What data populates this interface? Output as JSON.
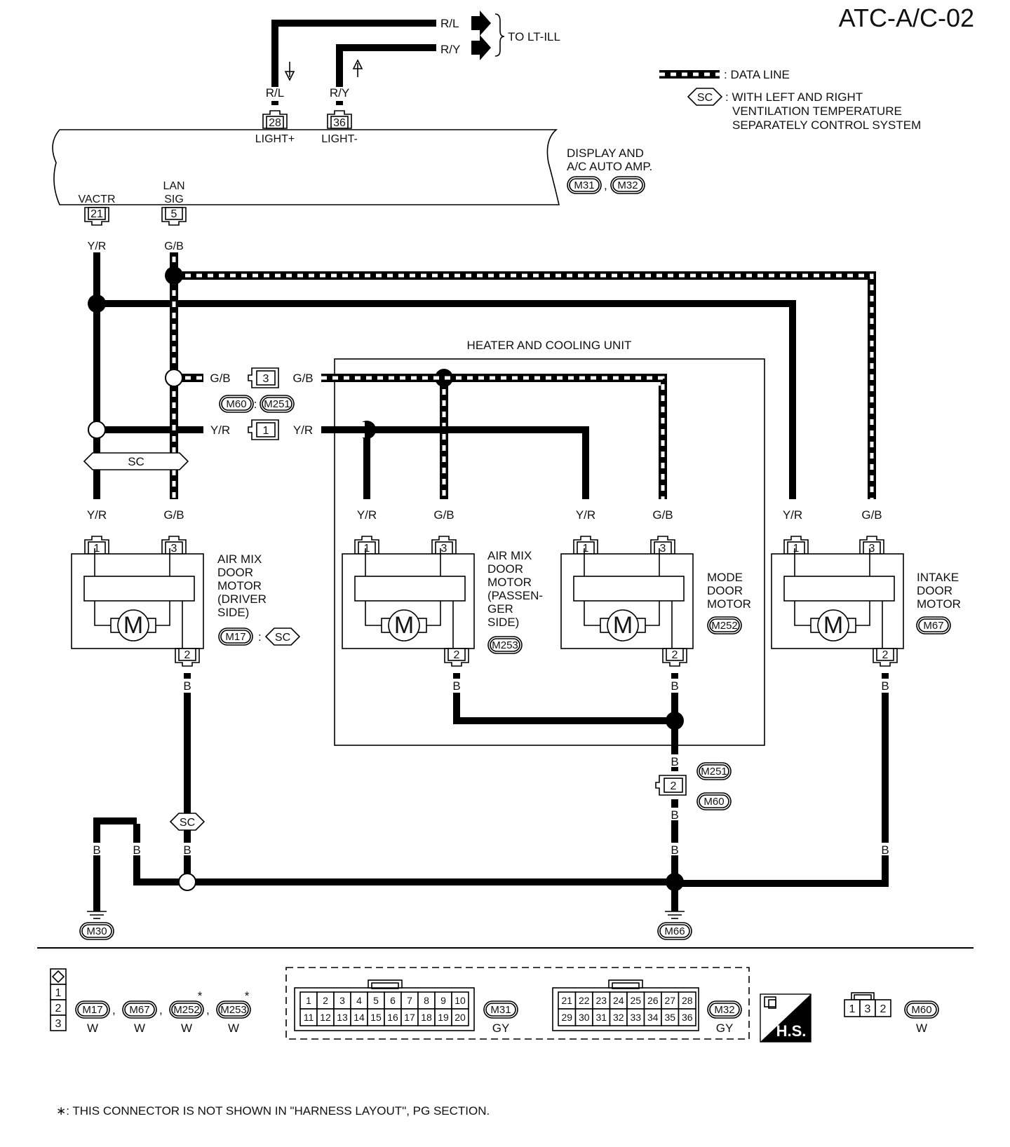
{
  "diagram_id": "ATC-A/C-02",
  "legend": {
    "data_line": ": DATA LINE",
    "sc_symbol": "SC",
    "sc_desc_1": ": WITH LEFT AND RIGHT",
    "sc_desc_2": "VENTILATION TEMPERATURE",
    "sc_desc_3": "SEPARATELY CONTROL SYSTEM"
  },
  "top_outputs": {
    "rl": "R/L",
    "ry": "R/Y",
    "to_lt_ill": "TO LT-ILL"
  },
  "display_amp": {
    "name_1": "DISPLAY AND",
    "name_2": "A/C AUTO AMP.",
    "conn_a": "M31",
    "conn_b": "M32",
    "sep": ",",
    "pin_light_pos": "28",
    "label_light_pos": "LIGHT+",
    "wire_light_pos": "R/L",
    "pin_light_neg": "36",
    "label_light_neg": "LIGHT-",
    "wire_light_neg": "R/Y",
    "pin_vactr": "21",
    "label_vactr": "VACTR",
    "wire_vactr": "Y/R",
    "pin_lan": "5",
    "label_lan_1": "LAN",
    "label_lan_2": "SIG",
    "wire_lan": "G/B"
  },
  "inline_connectors": {
    "gb_pin": "3",
    "yr_pin": "1",
    "gb_left": "G/B",
    "gb_right": "G/B",
    "yr_left": "Y/R",
    "yr_right": "Y/R",
    "conn_a": "M60",
    "conn_b": "M251",
    "sep": ":",
    "sc_bar": "SC"
  },
  "heater_unit_label": "HEATER AND COOLING UNIT",
  "motors": [
    {
      "lines": [
        "AIR MIX",
        "DOOR",
        "MOTOR",
        "(DRIVER",
        " SIDE)"
      ],
      "conn": "M17",
      "conn_extra": "SC",
      "sep": ":",
      "pin_a": "1",
      "pin_b": "3",
      "pin_gnd": "2",
      "wire_a": "Y/R",
      "wire_b": "G/B",
      "wire_gnd": "B",
      "symbol": "M"
    },
    {
      "lines": [
        "AIR MIX",
        "DOOR",
        "MOTOR",
        "(PASSEN-",
        " GER",
        " SIDE)"
      ],
      "conn": "M253",
      "pin_a": "1",
      "pin_b": "3",
      "pin_gnd": "2",
      "wire_a": "Y/R",
      "wire_b": "G/B",
      "wire_gnd": "B",
      "symbol": "M"
    },
    {
      "lines": [
        "MODE",
        "DOOR",
        "MOTOR"
      ],
      "conn": "M252",
      "pin_a": "1",
      "pin_b": "3",
      "pin_gnd": "2",
      "wire_a": "Y/R",
      "wire_b": "G/B",
      "wire_gnd": "B",
      "symbol": "M"
    },
    {
      "lines": [
        "INTAKE",
        "DOOR",
        "MOTOR"
      ],
      "conn": "M67",
      "pin_a": "1",
      "pin_b": "3",
      "pin_gnd": "2",
      "wire_a": "Y/R",
      "wire_b": "G/B",
      "wire_gnd": "B",
      "symbol": "M"
    }
  ],
  "ground": {
    "wire": "B",
    "inline_pin": "2",
    "inline_conn_a": "M251",
    "inline_conn_b": "M60",
    "sc_symbol": "SC",
    "ground_a": "M30",
    "ground_b": "M66"
  },
  "bottom_legend": {
    "pins": [
      "1",
      "2",
      "3"
    ],
    "connectors": [
      {
        "id": "M17",
        "color": "W",
        "star": ""
      },
      {
        "id": "M67",
        "color": "W",
        "star": ""
      },
      {
        "id": "M252",
        "color": "W",
        "star": "*"
      },
      {
        "id": "M253",
        "color": "W",
        "star": "*"
      }
    ],
    "sep": ",",
    "m31": {
      "id": "M31",
      "color": "GY",
      "row1": [
        "1",
        "2",
        "3",
        "4",
        "5",
        "6",
        "7",
        "8",
        "9",
        "10"
      ],
      "row2": [
        "11",
        "12",
        "13",
        "14",
        "15",
        "16",
        "17",
        "18",
        "19",
        "20"
      ]
    },
    "m32": {
      "id": "M32",
      "color": "GY",
      "row1": [
        "21",
        "22",
        "23",
        "24",
        "25",
        "26",
        "27",
        "28"
      ],
      "row2": [
        "29",
        "30",
        "31",
        "32",
        "33",
        "34",
        "35",
        "36"
      ]
    },
    "hs_label": "H.S.",
    "m60": {
      "id": "M60",
      "color": "W",
      "pins": [
        "1",
        "3",
        "2"
      ]
    }
  },
  "footnote": "∗: THIS CONNECTOR IS NOT SHOWN IN \"HARNESS LAYOUT\", PG SECTION."
}
